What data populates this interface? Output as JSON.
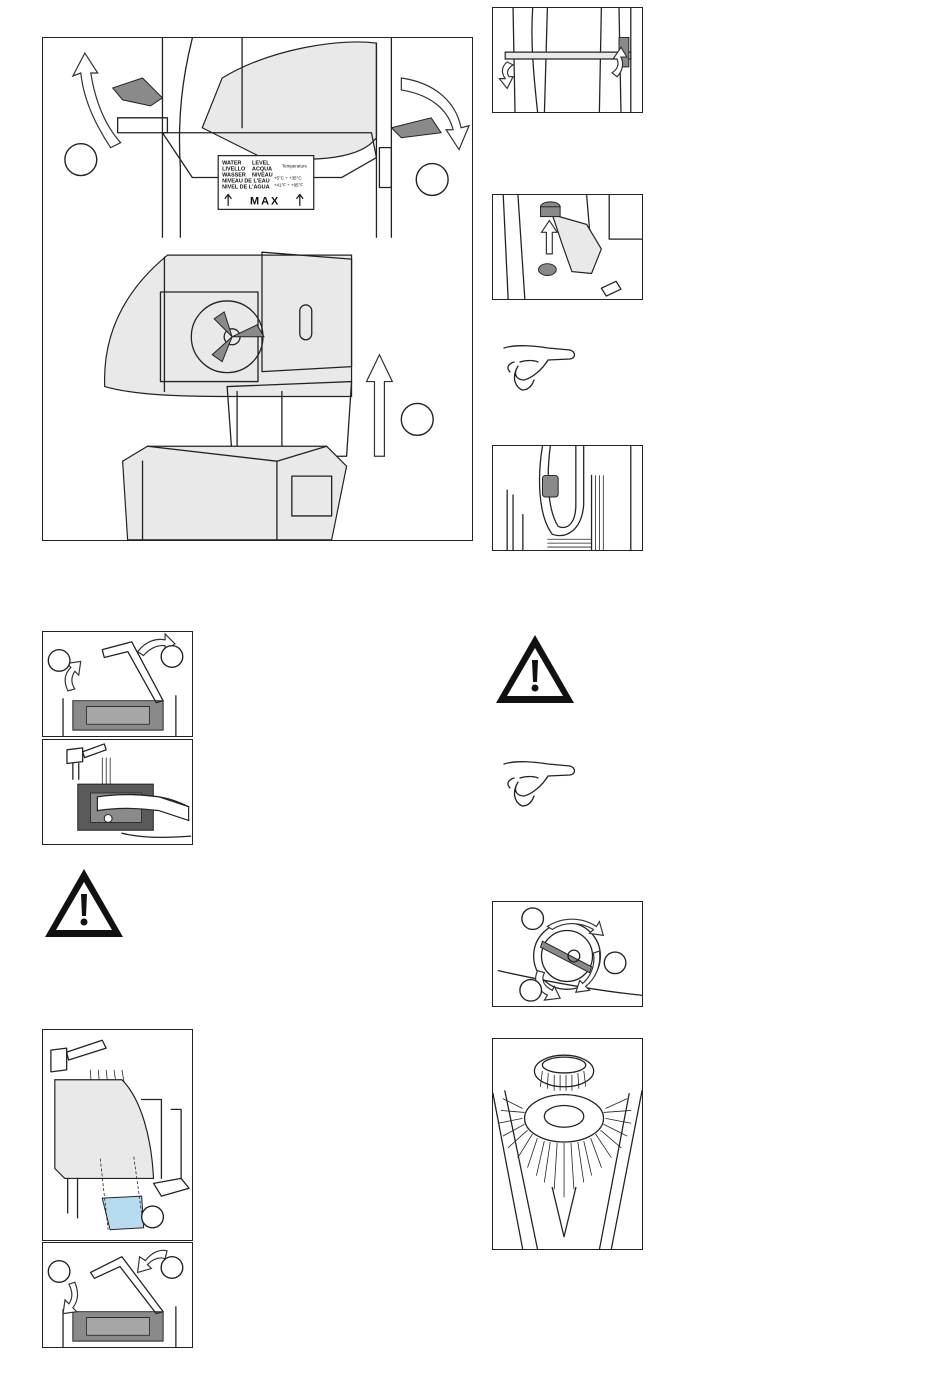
{
  "water_label": {
    "row1_left": "WATER",
    "row1_mid": "LEVEL",
    "row2_left": "LIVELLO",
    "row2_mid": "ACQUA",
    "row3_left": "WASSER",
    "row3_mid": "NIVEAU",
    "row4_left": "NIVEAU DE L'EAU",
    "row5_left": "NIVEL DE L'AGUA",
    "temp_title": "Temperature",
    "temp_c": "+5°C ÷ +35°C",
    "temp_f": "+41°F ÷ +95°F",
    "max": "MAX"
  },
  "colors": {
    "line": "#222222",
    "fill_light": "#e9e9e9",
    "fill_dark": "#8a8a8a",
    "water_blue": "#b8dcef"
  },
  "icons": [
    "warning-triangle-icon",
    "pointing-hand-icon"
  ]
}
